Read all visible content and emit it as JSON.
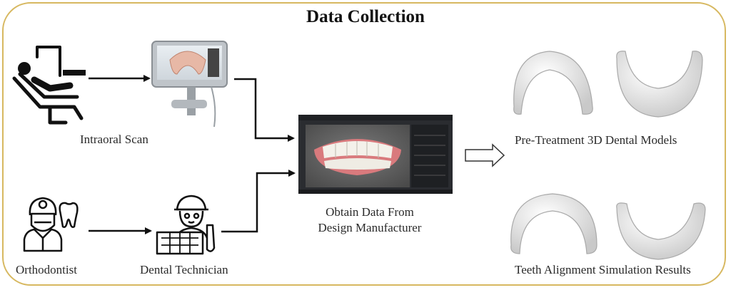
{
  "title": "Data Collection",
  "labels": {
    "intraoral_scan": "Intraoral Scan",
    "orthodontist": "Orthodontist",
    "dental_technician": "Dental Technician",
    "obtain_line1": "Obtain Data From",
    "obtain_line2": "Design Manufacturer",
    "pre_treatment": "Pre-Treatment 3D Dental Models",
    "simulation": "Teeth Alignment Simulation Results"
  },
  "colors": {
    "frame": "#d7b860",
    "arrow": "#111111",
    "gum": "#d97a7d",
    "software_bg": "#2a2c30"
  },
  "icons": [
    "dental-chair-icon",
    "intraoral-scanner-icon",
    "orthodontist-icon",
    "tooth-icon",
    "dental-technician-icon",
    "design-software-screenshot",
    "dental-model-icon"
  ]
}
